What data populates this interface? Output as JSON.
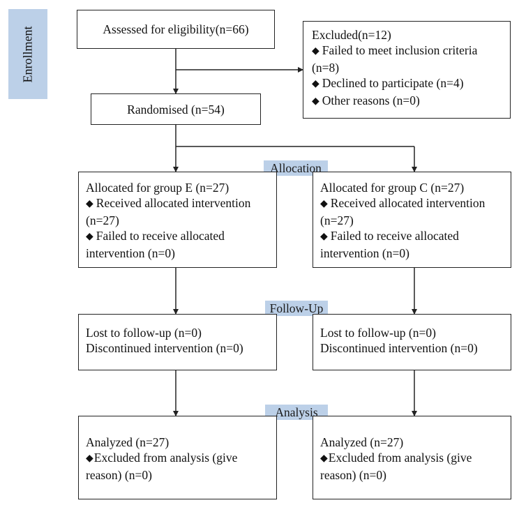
{
  "enrollment_label": "Enrollment",
  "assessed": {
    "text": "Assessed for eligibility(n=66)"
  },
  "excluded": {
    "title": "Excluded(n=12)",
    "items": [
      {
        "bullet": "◆",
        "lines": [
          "Failed to meet inclusion criteria",
          "(n=8)"
        ]
      },
      {
        "bullet": "◆",
        "lines": [
          "Declined to participate (n=4)"
        ]
      },
      {
        "bullet": "◆",
        "lines": [
          "Other reasons (n=0)"
        ]
      }
    ]
  },
  "randomised": {
    "text": "Randomised (n=54)"
  },
  "stages": {
    "allocation": "Allocation",
    "follow_up": "Follow-Up",
    "analysis": "Analysis"
  },
  "group_e": {
    "allocation": {
      "title": "Allocated for group E (n=27)",
      "item1_line1": "Received allocated intervention",
      "item1_line2": "(n=27)",
      "item2_line1": "Failed to receive allocated",
      "item2_line2": "intervention (n=0)"
    },
    "follow_up": {
      "line1": "Lost to follow-up (n=0)",
      "line2": "Discontinued intervention (n=0)"
    },
    "analysis": {
      "line1": "Analyzed (n=27)",
      "line2": "Excluded from analysis (give",
      "line3": "reason) (n=0)"
    }
  },
  "group_c": {
    "allocation": {
      "title": "Allocated for group C (n=27)",
      "item1_line1": "Received allocated intervention",
      "item1_line2": "(n=27)",
      "item2_line1": "Failed to receive allocated",
      "item2_line2": "intervention (n=0)"
    },
    "follow_up": {
      "line1": "Lost to follow-up (n=0)",
      "line2": "Discontinued intervention (n=0)"
    },
    "analysis": {
      "line1": "Analyzed (n=27)",
      "line2": "Excluded from analysis (give",
      "line3": "reason) (n=0)"
    }
  },
  "bullet": "◆",
  "colors": {
    "stage_label_bg": "#bcd0e8",
    "border": "#222222"
  }
}
